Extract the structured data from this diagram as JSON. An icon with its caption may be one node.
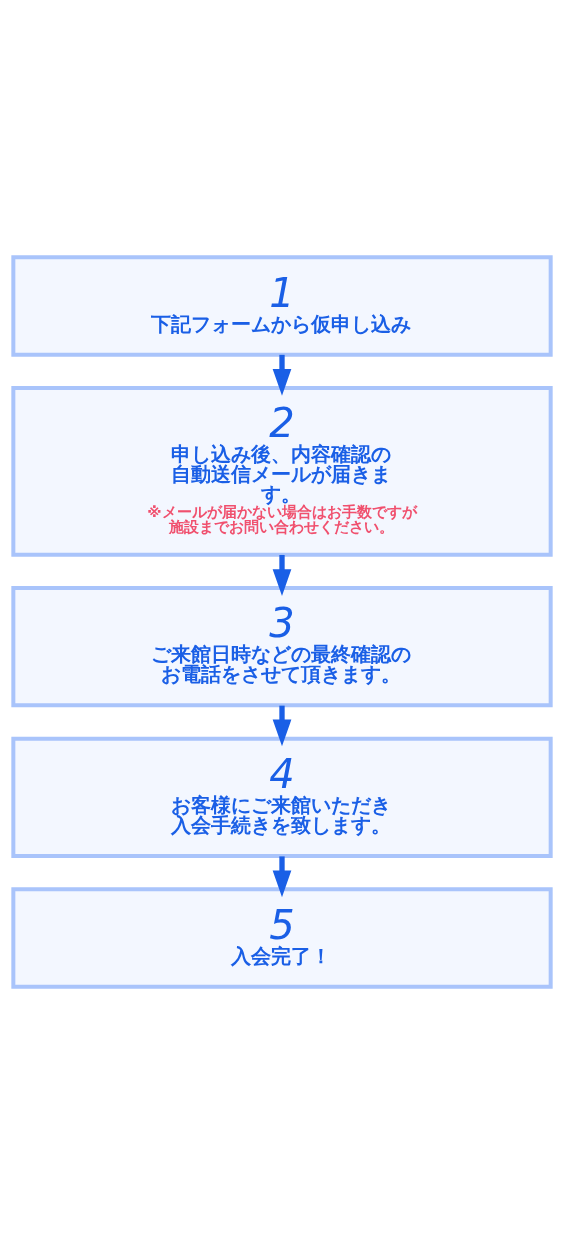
{
  "diagram": {
    "nodes": [
      {
        "text": [
          "1",
          "下記フォームから仮申し込み"
        ]
      },
      {
        "text": [
          "2",
          "申し込み後、内容確認の自動送信メールが届きます。",
          "※メールが届かない場合はお手数ですが施設までお問い合わせください。"
        ]
      },
      {
        "text": [
          "3",
          "ご来館日時などの最終確認のお電話をさせて頂きます。"
        ]
      },
      {
        "text": [
          "4",
          "お客様にご来館いただき入会手続きを致します。"
        ]
      },
      {
        "text": [
          "5",
          "入会完了！"
        ]
      }
    ],
    "edges": [
      {
        "from": 0,
        "to": 1,
        "arrow": "to"
      },
      {
        "from": 1,
        "to": 2,
        "arrow": "to"
      },
      {
        "from": 2,
        "to": 3,
        "arrow": "to"
      },
      {
        "from": 3,
        "to": 4,
        "arrow": "to"
      }
    ]
  }
}
